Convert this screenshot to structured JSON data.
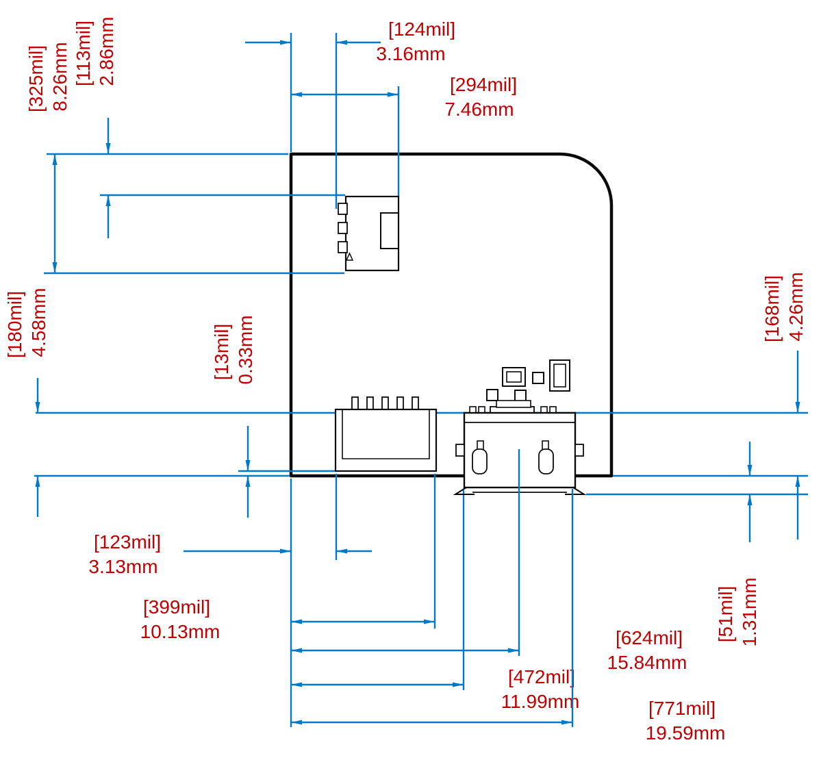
{
  "drawing": {
    "title": "PCB module mechanical dimension drawing",
    "colors": {
      "dimension_lines": "#0079C8",
      "dimension_text": "#C00000",
      "outline": "#0A0A0A",
      "background": "#FFFFFF"
    },
    "dimensions": {
      "top_edge_to_conn_pin": {
        "mil": "[124mil]",
        "mm": "3.16mm"
      },
      "top_edge_to_conn_right": {
        "mil": "[294mil]",
        "mm": "7.46mm"
      },
      "board_top_to_conn_bottom": {
        "mil": "[325mil]",
        "mm": "8.26mm"
      },
      "board_top_to_conn_top": {
        "mil": "[113mil]",
        "mm": "2.86mm"
      },
      "usb_top_to_board_bottom_left": {
        "mil": "[180mil]",
        "mm": "4.58mm"
      },
      "conn_bottom_to_board_bottom": {
        "mil": "[13mil]",
        "mm": "0.33mm"
      },
      "usb_top_to_board_bottom_right": {
        "mil": "[168mil]",
        "mm": "4.26mm"
      },
      "usb_overhang": {
        "mil": "[51mil]",
        "mm": "1.31mm"
      },
      "left_edge_to_conn_left": {
        "mil": "[123mil]",
        "mm": "3.13mm"
      },
      "left_edge_to_conn_right": {
        "mil": "[399mil]",
        "mm": "10.13mm"
      },
      "left_edge_to_usb_center": {
        "mil": "[624mil]",
        "mm": "15.84mm"
      },
      "left_edge_to_usb_left": {
        "mil": "[472mil]",
        "mm": "11.99mm"
      },
      "left_edge_to_usb_right": {
        "mil": "[771mil]",
        "mm": "19.59mm"
      }
    }
  }
}
